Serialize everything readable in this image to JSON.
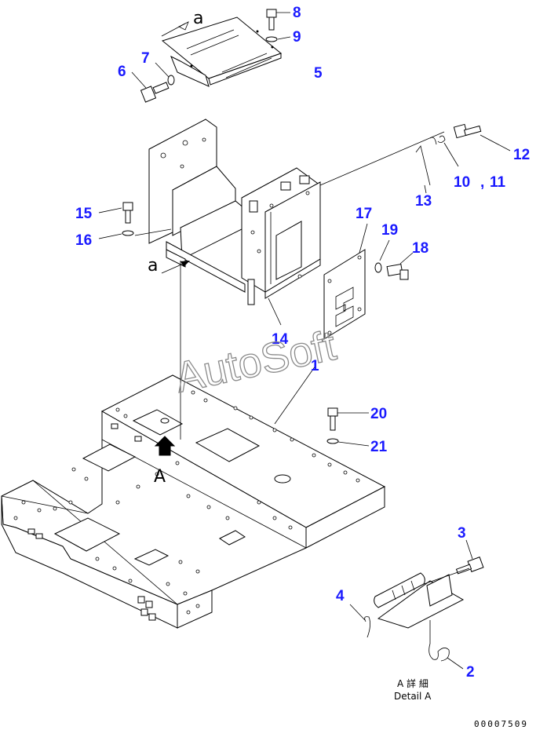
{
  "diagram": {
    "callouts": [
      "1",
      "2",
      "3",
      "4",
      "5",
      "6",
      "7",
      "8",
      "9",
      "10",
      "11",
      "12",
      "13",
      "14",
      "15",
      "16",
      "17",
      "18",
      "19",
      "20",
      "21"
    ],
    "callout_color": "#1a1aff",
    "view_refs": {
      "a_upper": "a",
      "a_lower": "a",
      "A_main": "A"
    },
    "detail_label": {
      "jp": "A 詳 細",
      "en": "Detail A"
    },
    "watermark": "AutoSoft",
    "drawing_number": "00007509"
  }
}
